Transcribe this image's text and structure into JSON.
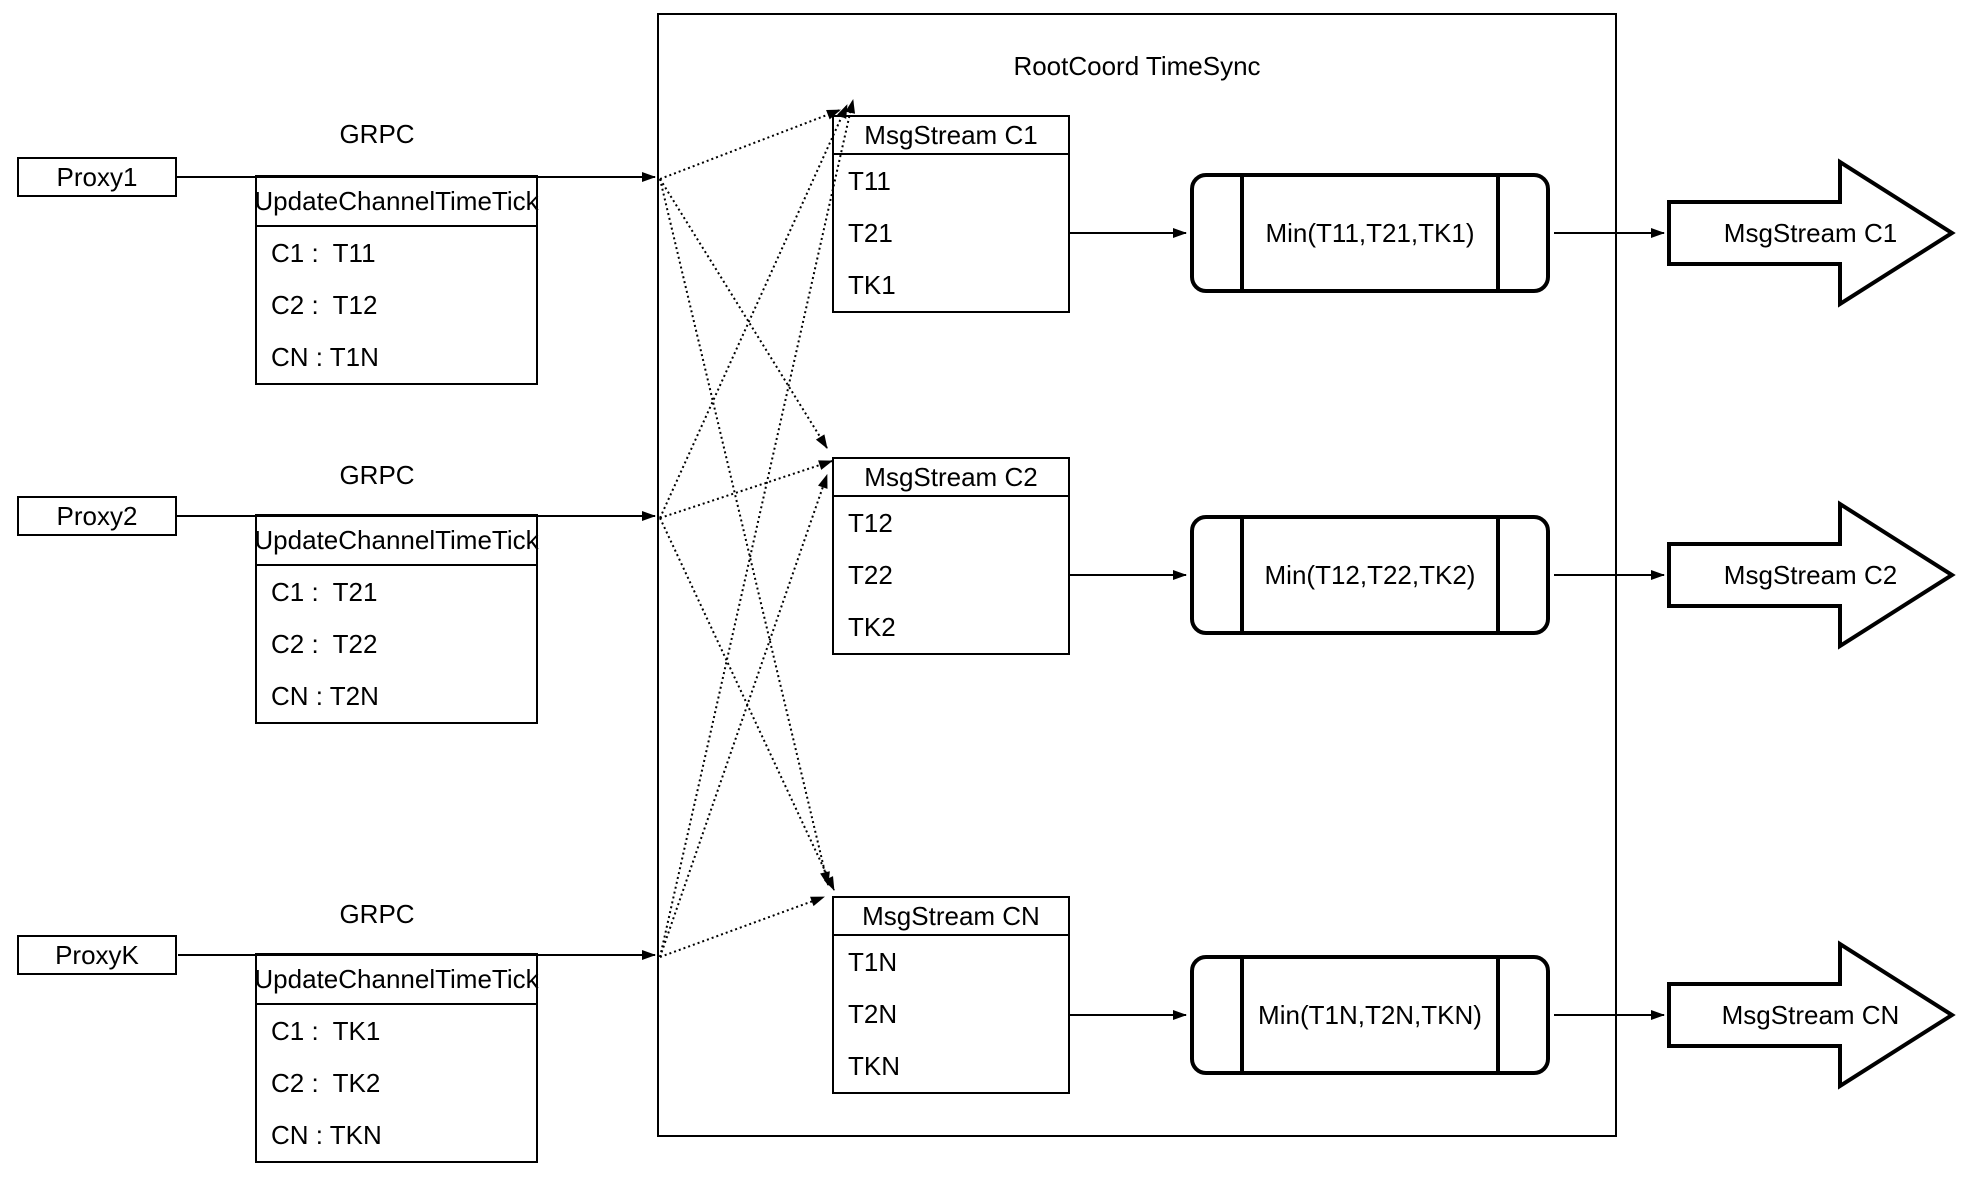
{
  "title": "RootCoord TimeSync",
  "proxies": [
    {
      "label": "Proxy1",
      "grpc": "GRPC",
      "table_header": "UpdateChannelTimeTick",
      "rows": [
        "C1 :  T11",
        "C2 :  T12",
        "CN : T1N"
      ]
    },
    {
      "label": "Proxy2",
      "grpc": "GRPC",
      "table_header": "UpdateChannelTimeTick",
      "rows": [
        "C1 :  T21",
        "C2 :  T22",
        "CN : T2N"
      ]
    },
    {
      "label": "ProxyK",
      "grpc": "GRPC",
      "table_header": "UpdateChannelTimeTick",
      "rows": [
        "C1 :  TK1",
        "C2 :  TK2",
        "CN : TKN"
      ]
    }
  ],
  "streams": [
    {
      "table_header": "MsgStream C1",
      "rows": [
        "T11",
        "T21",
        "TK1"
      ],
      "min_label": "Min(T11,T21,TK1)",
      "output_label": "MsgStream C1"
    },
    {
      "table_header": "MsgStream C2",
      "rows": [
        "T12",
        "T22",
        "TK2"
      ],
      "min_label": "Min(T12,T22,TK2)",
      "output_label": "MsgStream C2"
    },
    {
      "table_header": "MsgStream CN",
      "rows": [
        "T1N",
        "T2N",
        "TKN"
      ],
      "min_label": "Min(T1N,T2N,TKN)",
      "output_label": "MsgStream CN"
    }
  ],
  "colors": {
    "stroke": "#000000",
    "background": "#ffffff"
  }
}
